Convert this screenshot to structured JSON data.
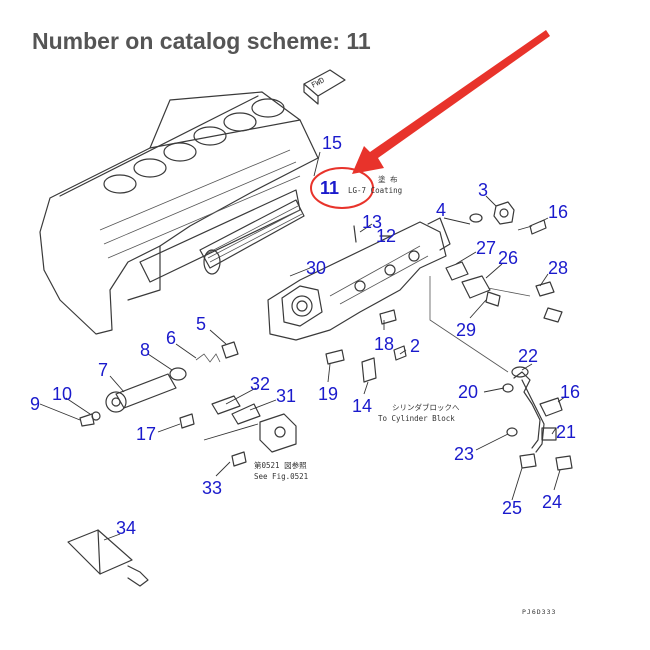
{
  "title": "Number on catalog scheme: 11",
  "fwd_label": "FWD",
  "highlight_color": "#e8332b",
  "label_color": "#1a1acc",
  "highlighted_part": "11",
  "callouts": [
    "15",
    "11",
    "3",
    "16",
    "13",
    "4",
    "12",
    "27",
    "26",
    "28",
    "30",
    "29",
    "5",
    "6",
    "8",
    "18",
    "2",
    "22",
    "7",
    "32",
    "31",
    "19",
    "14",
    "20",
    "16",
    "10",
    "9",
    "17",
    "21",
    "23",
    "33",
    "24",
    "25",
    "34"
  ],
  "notes": {
    "coating_jp": "塗 布",
    "coating_en": "LG-7 Coating",
    "to_block_jp": "シリンダブロックへ",
    "to_block_en": "To Cylinder Block",
    "see_fig_jp": "第0521 図参照",
    "see_fig_en": "See Fig.0521"
  },
  "drawing_code": "PJ6D333"
}
